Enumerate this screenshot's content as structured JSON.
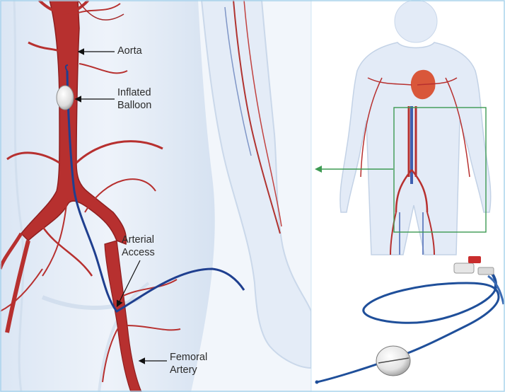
{
  "callouts": {
    "aorta": "Aorta",
    "balloon": [
      "Inflated",
      "Balloon"
    ],
    "access": [
      "Arterial",
      "Access"
    ],
    "femoral": [
      "Femoral",
      "Artery"
    ]
  },
  "colors": {
    "artery": "#b7302f",
    "artery_dark": "#8f1f20",
    "vein": "#2b4a99",
    "body_tint": "#e6eef8",
    "body_edge": "#c3d2e6",
    "frame": "#a9d4ec",
    "highlight_box": "#3d9a52",
    "catheter": "#1f4f9a"
  },
  "icons": [
    "inset-arrow-icon"
  ]
}
